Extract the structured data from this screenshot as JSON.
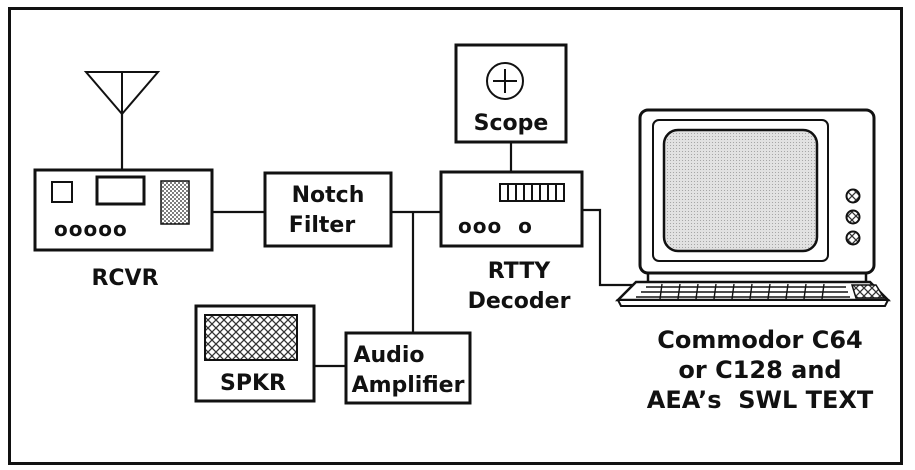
{
  "nodes": {
    "scope": {
      "label": "Scope"
    },
    "notch_filter": {
      "line1": "Notch",
      "line2": "Filter"
    },
    "rcvr": {
      "label": "RCVR",
      "knobs": "ooooo"
    },
    "rtty_decoder": {
      "line1": "RTTY",
      "line2": "Decoder",
      "knobs": "ooo  o"
    },
    "speaker": {
      "label": "SPKR"
    },
    "audio_amplifier": {
      "line1": "Audio",
      "line2": "Amplifier"
    },
    "computer": {
      "line1": "Commodor C64",
      "line2": "or C128 and",
      "line3": "AEA’s  SWL TEXT"
    }
  },
  "connections": [
    {
      "from": "antenna",
      "to": "rcvr"
    },
    {
      "from": "rcvr",
      "to": "notch_filter"
    },
    {
      "from": "notch_filter",
      "to": "rtty_decoder"
    },
    {
      "from": "notch_filter",
      "to": "audio_amplifier"
    },
    {
      "from": "speaker",
      "to": "audio_amplifier"
    },
    {
      "from": "scope",
      "to": "rtty_decoder"
    },
    {
      "from": "rtty_decoder",
      "to": "computer"
    }
  ]
}
